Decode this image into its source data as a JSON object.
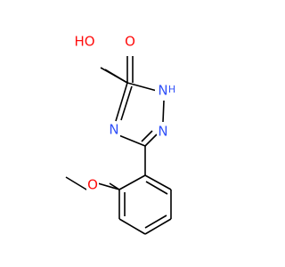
{
  "molecule": {
    "atoms": {
      "carbonyl_o": "O",
      "hydroxyl": "HO",
      "n1": "N",
      "n1_h": "H",
      "n2": "N",
      "n4": "N",
      "ether_o": "O"
    },
    "colors": {
      "carbon": "#000000",
      "oxygen": "#ff0d0d",
      "nitrogen": "#3050f8"
    }
  }
}
